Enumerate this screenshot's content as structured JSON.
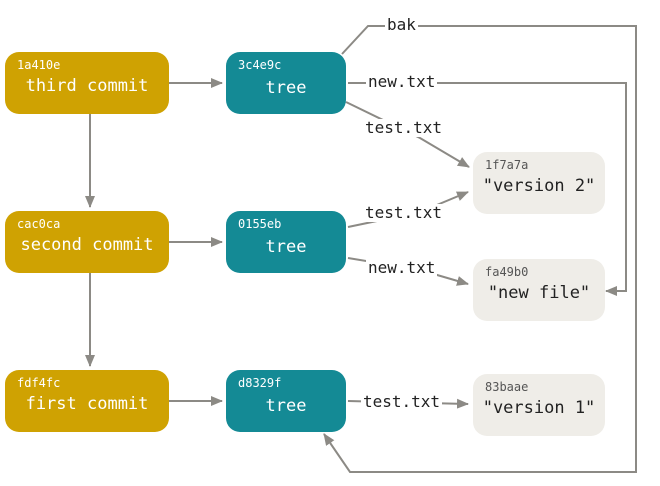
{
  "commits": [
    {
      "hash": "1a410e",
      "label": "third commit"
    },
    {
      "hash": "cac0ca",
      "label": "second commit"
    },
    {
      "hash": "fdf4fc",
      "label": "first commit"
    }
  ],
  "trees": [
    {
      "hash": "3c4e9c",
      "label": "tree"
    },
    {
      "hash": "0155eb",
      "label": "tree"
    },
    {
      "hash": "d8329f",
      "label": "tree"
    }
  ],
  "blobs": [
    {
      "hash": "1f7a7a",
      "label": "\"version 2\""
    },
    {
      "hash": "fa49b0",
      "label": "\"new file\""
    },
    {
      "hash": "83baae",
      "label": "\"version 1\""
    }
  ],
  "edge_labels": {
    "bak": "bak",
    "tree3_new": "new.txt",
    "tree3_test": "test.txt",
    "tree2_test": "test.txt",
    "tree2_new": "new.txt",
    "tree1_test": "test.txt"
  },
  "colors": {
    "commit": "#cfa202",
    "tree": "#148a95",
    "blob": "#efede8",
    "edge": "#8c8a85"
  }
}
